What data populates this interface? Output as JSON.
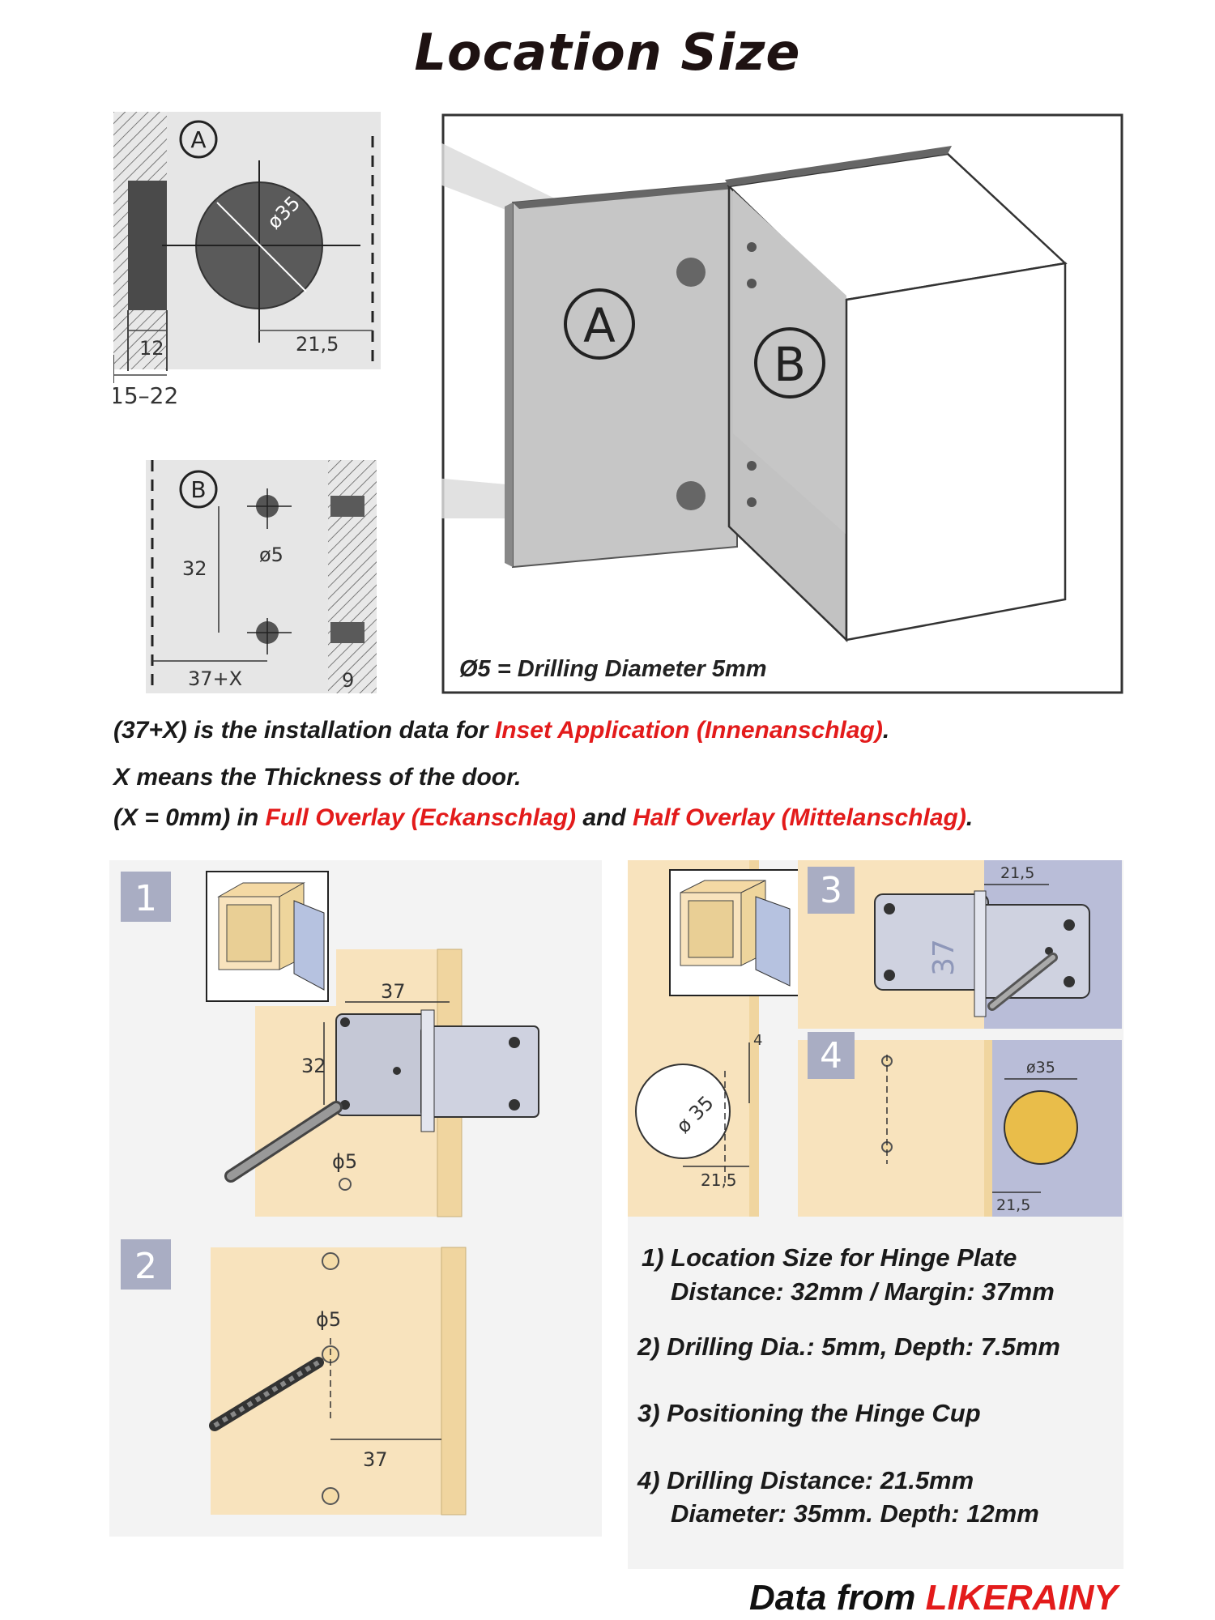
{
  "title": "Location Size",
  "diagram_a": {
    "circle_label": "A",
    "dim_diameter": "ø35",
    "dim_12": "12",
    "dim_21_5": "21,5",
    "dim_range": "15–22"
  },
  "diagram_b": {
    "circle_label": "B",
    "dim_32": "32",
    "dim_5": "ø5",
    "dim_37x": "37+X",
    "dim_9": "9"
  },
  "cabinet": {
    "label_a": "A",
    "label_b": "B",
    "caption": "Ø5 = Drilling Diameter 5mm"
  },
  "notes": {
    "line1_pre": "(37+X) is the installation data for ",
    "line1_red": "Inset Application (Innenanschlag)",
    "line1_post": ".",
    "line2": "X means the Thickness of the door.",
    "line3_pre": "(X = 0mm) in ",
    "line3_red1": "Full Overlay (Eckanschlag)",
    "line3_mid": " and ",
    "line3_red2": "Half Overlay (Mittelanschlag)",
    "line3_post": "."
  },
  "panel1": {
    "number": "1",
    "dim_37": "37",
    "dim_32": "32",
    "dim_phi5": "ϕ5"
  },
  "panel2": {
    "number": "2",
    "dim_phi5": "ϕ5",
    "dim_37": "37"
  },
  "panel3": {
    "number": "3",
    "dim_21_5": "21,5",
    "dim_37": "37",
    "dim_4": "4",
    "dim_35": "ø 35",
    "dim_21_5b": "21,5"
  },
  "panel4": {
    "number": "4",
    "dim_35": "ø35",
    "dim_21_5": "21,5"
  },
  "steps": {
    "s1a": "1) Location Size for Hinge Plate",
    "s1b": "Distance: 32mm / Margin: 37mm",
    "s2": "2) Drilling Dia.: 5mm, Depth: 7.5mm",
    "s3": "3) Positioning the Hinge Cup",
    "s4a": "4) Drilling Distance: 21.5mm",
    "s4b": "Diameter: 35mm.  Depth: 12mm"
  },
  "footer": {
    "prefix": "Data from ",
    "brand": "LIKERAINY"
  },
  "colors": {
    "accent_red": "#e31b1b",
    "panel_bg": "#f4f4f4",
    "wood": "#f8e3bd",
    "steel": "#c8cbd8",
    "lilac": "#b9bdd8"
  }
}
